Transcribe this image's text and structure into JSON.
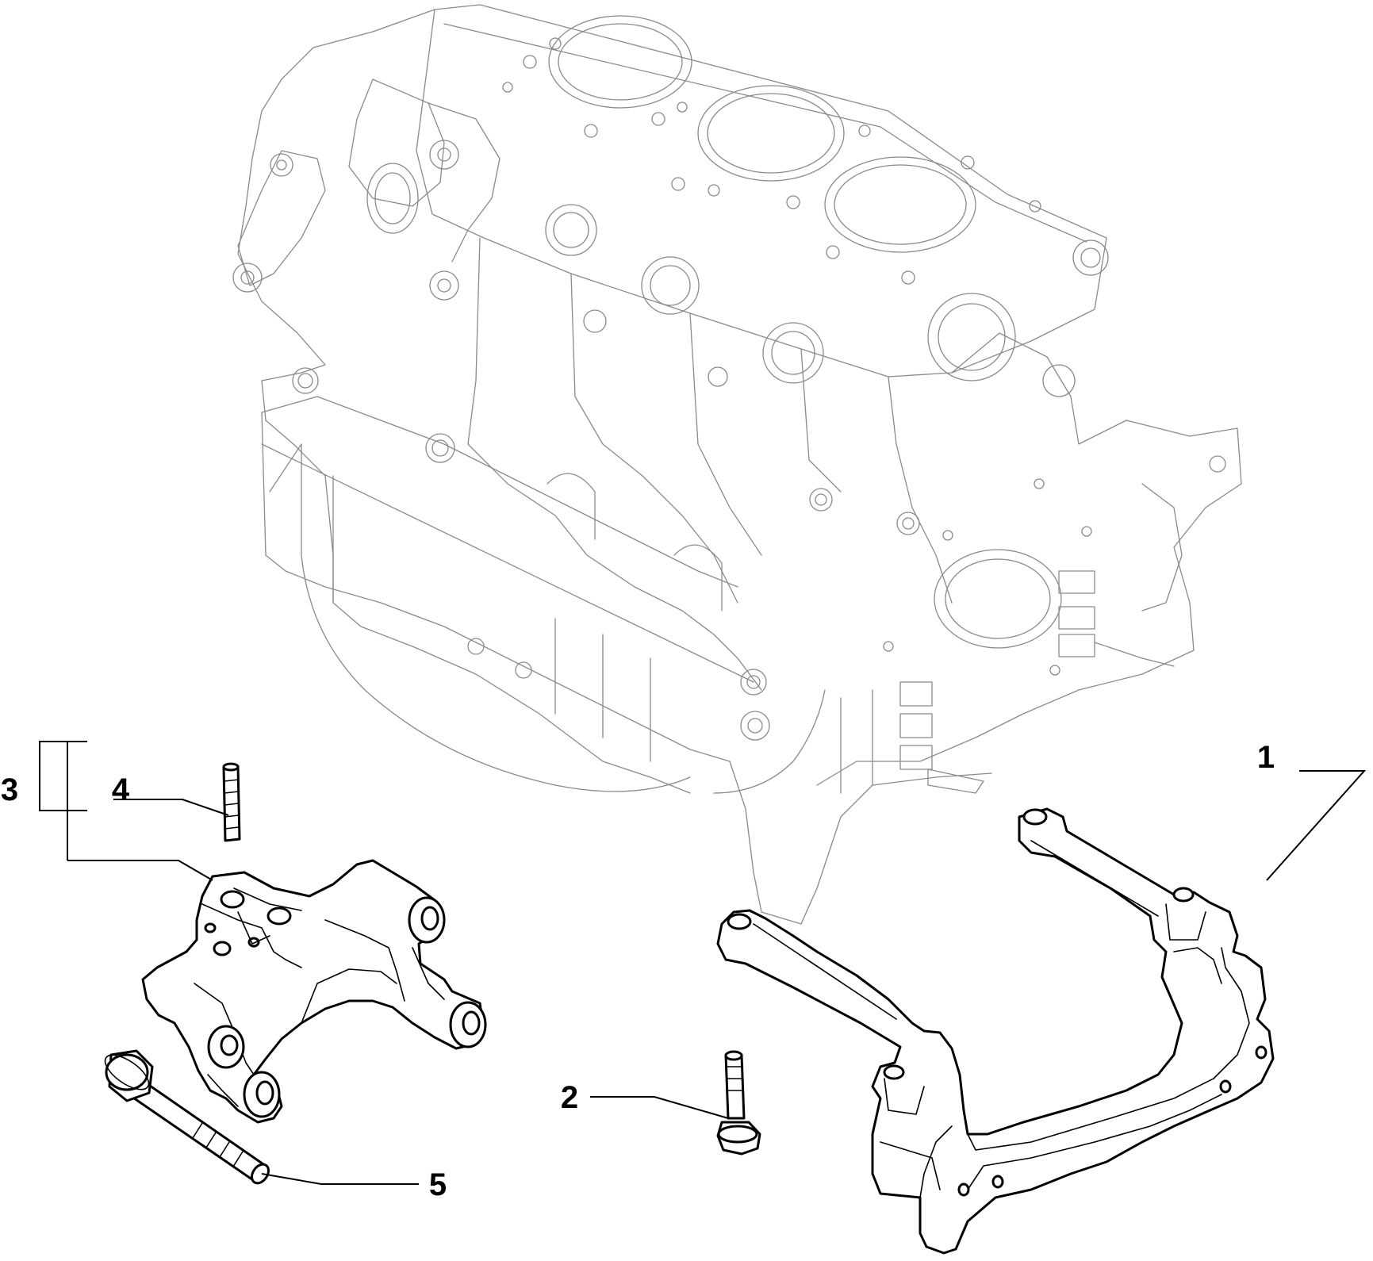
{
  "colors": {
    "ink": "#000000",
    "ghost": "#8a8a8a",
    "background": "#ffffff"
  },
  "callouts": [
    {
      "id": "1",
      "label": "1"
    },
    {
      "id": "2",
      "label": "2"
    },
    {
      "id": "3",
      "label": "3"
    },
    {
      "id": "4",
      "label": "4"
    },
    {
      "id": "5",
      "label": "5"
    }
  ]
}
